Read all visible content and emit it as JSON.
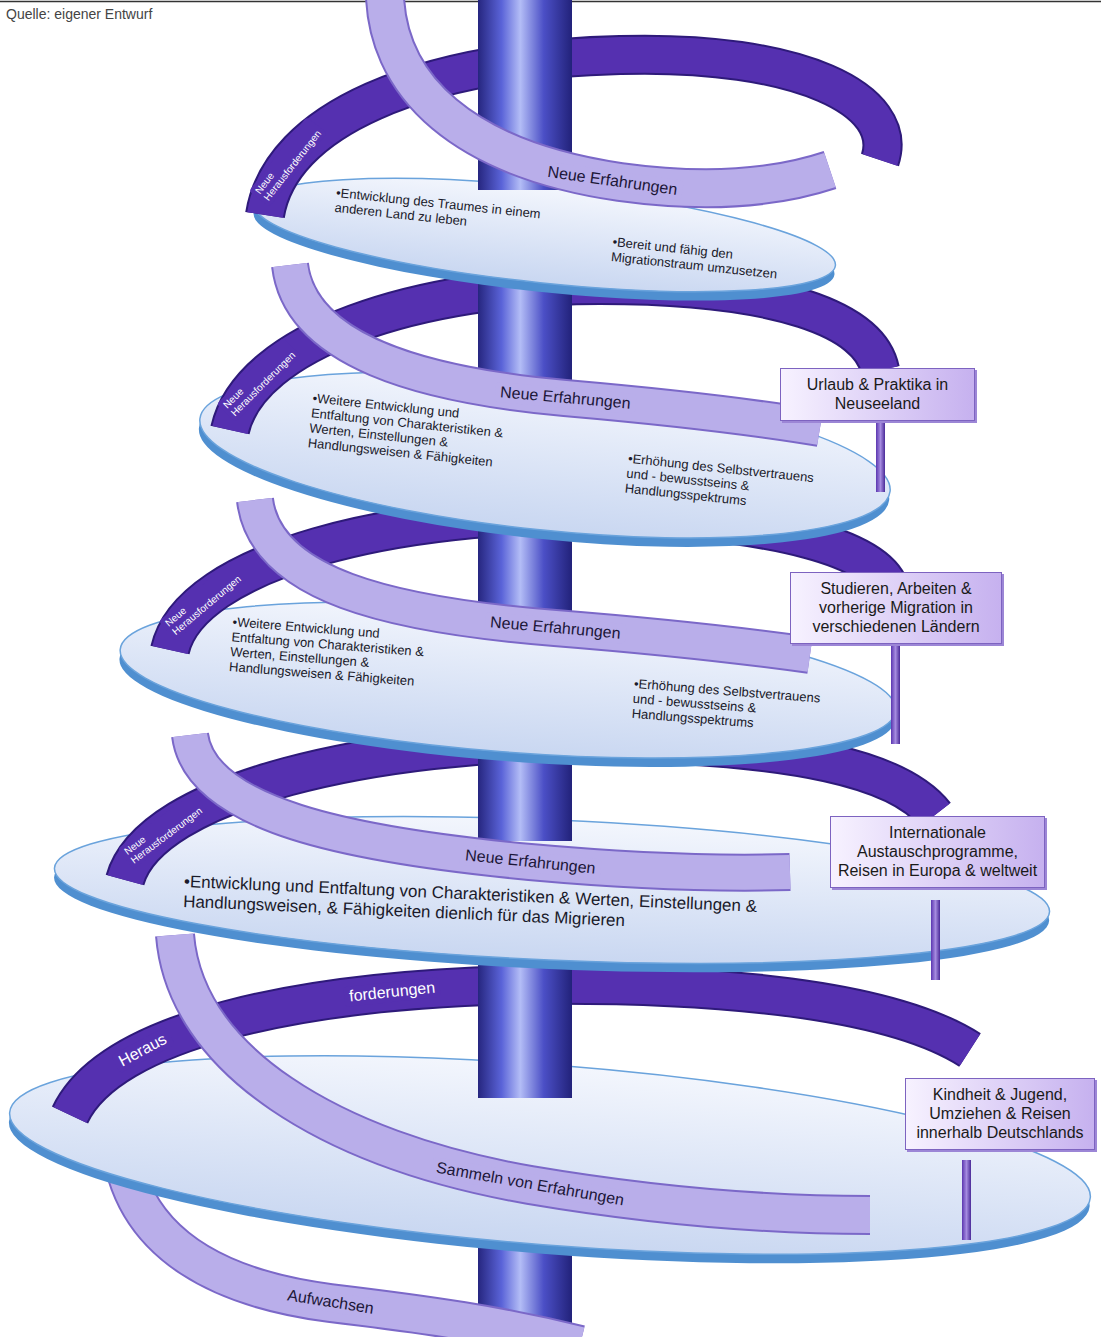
{
  "diagram": {
    "nodes": [
      {
        "text": [
          "Neue Herausforderungen"
        ]
      },
      {
        "text": [
          "Neue Erfahrungen"
        ]
      },
      {
        "text": [
          "•Entwicklung des Traumes in einem anderen Land zu leben",
          "•Bereit und fähig den Migrationstraum umzusetzen"
        ]
      },
      {
        "text": [
          "Neue Herausforderungen"
        ]
      },
      {
        "text": [
          "Neue Erfahrungen"
        ]
      },
      {
        "text": [
          "Urlaub & Praktika in Neuseeland"
        ]
      },
      {
        "text": [
          "•Weitere Entwicklung und Entfaltung von Charakteristiken & Werten, Einstellungen & Handlungsweisen & Fähigkeiten",
          "•Erhöhung des Selbstvertrauens und - bewusstseins & Handlungsspektrums"
        ]
      },
      {
        "text": [
          "Neue Herausforderungen"
        ]
      },
      {
        "text": [
          "Neue Erfahrungen"
        ]
      },
      {
        "text": [
          "Studieren, Arbeiten & vorherige Migration in verschiedenen Ländern"
        ]
      },
      {
        "text": [
          "•Weitere Entwicklung und Entfaltung von Charakteristiken & Werten, Einstellungen & Handlungsweisen & Fähigkeiten",
          "•Erhöhung des Selbstvertrauens und - bewusstseins & Handlungsspektrums"
        ]
      },
      {
        "text": [
          "Neue Herausforderungen"
        ]
      },
      {
        "text": [
          "Neue Erfahrungen"
        ]
      },
      {
        "text": [
          "Internationale Austauschprogramme, Reisen in Europa & weltweit"
        ]
      },
      {
        "text": [
          "•Entwicklung und Entfaltung von Charakteristiken & Werten, Einstellungen & Handlungsweisen, & Fähigkeiten dienlich für das Migrieren"
        ]
      },
      {
        "text": [
          "Heraus",
          "forderungen"
        ]
      },
      {
        "text": [
          "Sammeln von Erfahrungen"
        ]
      },
      {
        "text": [
          "Kindheit & Jugend, Umziehen & Reisen innerhalb Deutschlands"
        ]
      },
      {
        "text": [
          "Aufwachsen"
        ]
      }
    ],
    "labels": [
      "Quelle: eigener Entwurf"
    ]
  }
}
